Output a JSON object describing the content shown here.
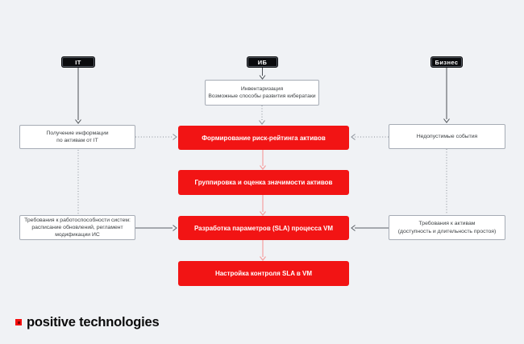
{
  "colors": {
    "background": "#F0F2F5",
    "accent_red": "#F21414",
    "pink_arrow": "#F5A0A0",
    "solid_line": "#4B5055",
    "dotted_line": "#8A9098",
    "box_border": "#A6ACB5",
    "header_bg": "#0A0B0D"
  },
  "lanes": {
    "it": {
      "label": "IT"
    },
    "ib": {
      "label": "ИБ"
    },
    "business": {
      "label": "Бизнес"
    }
  },
  "side_nodes": {
    "inventory": {
      "line1": "Инвентаризация",
      "line2": "Возможные способы развития кибератаки"
    },
    "it_info": {
      "line1": "Получение информации",
      "line2": "по активам от IT"
    },
    "it_requirements": {
      "line1": "Требования к работоспособности систем:",
      "line2": "расписание обновлений, регламент",
      "line3": "модификации ИС"
    },
    "business_events": {
      "label": "Недопустимые события"
    },
    "business_requirements": {
      "line1": "Требования к активам",
      "line2": "(доступность и длительность простоя)"
    }
  },
  "process_steps": [
    {
      "label": "Формирование риск-рейтинга активов"
    },
    {
      "label": "Группировка и оценка значимости активов"
    },
    {
      "label": "Разработка параметров (SLA) процесса VM"
    },
    {
      "label": "Настройка контроля SLA в VM"
    }
  ],
  "footer": {
    "brand": "positive technologies"
  }
}
